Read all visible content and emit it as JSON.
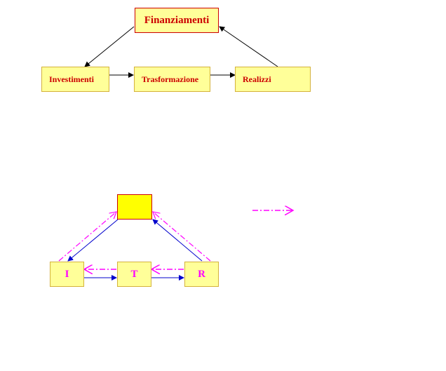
{
  "diagram1": {
    "finanziamenti": "Finanziamenti",
    "investimenti": "Investimenti",
    "trasformazione": "Trasformazione",
    "realizzi": "Realizzi"
  },
  "diagram2": {
    "top_label": "",
    "i": "I",
    "t": "T",
    "r": "R"
  },
  "colors": {
    "box_fill": "#ffff99",
    "top_fill": "#ffff00",
    "text": "#cc0000",
    "letters": "#ff00ff",
    "blue_arrow": "#0000cc",
    "dash_arrow": "#ff00ff",
    "black_arrow": "#000000"
  }
}
